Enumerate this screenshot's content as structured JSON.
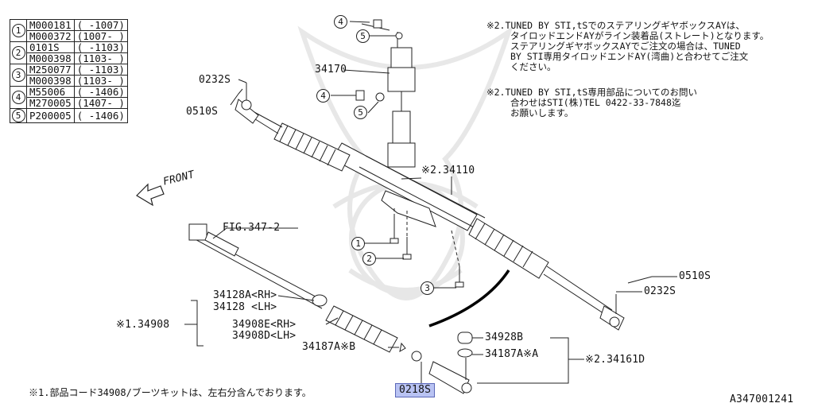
{
  "parts_table": [
    {
      "num": "1",
      "rows": [
        [
          "M000181",
          "( -1007)"
        ],
        [
          "M000372",
          "(1007- )"
        ]
      ]
    },
    {
      "num": "2",
      "rows": [
        [
          "0101S",
          "( -1103)"
        ],
        [
          "M000398",
          "(1103- )"
        ]
      ]
    },
    {
      "num": "3",
      "rows": [
        [
          "M250077",
          "( -1103)"
        ],
        [
          "M000398",
          "(1103- )"
        ]
      ]
    },
    {
      "num": "4",
      "rows": [
        [
          "M55006",
          "( -1406)"
        ],
        [
          "M270005",
          "(1407- )"
        ]
      ]
    },
    {
      "num": "5",
      "rows": [
        [
          "P200005",
          "( -1406)"
        ]
      ]
    }
  ],
  "notes": {
    "note1": [
      "※2.TUNED BY STI,tSでのステアリングギヤボックスAYは、",
      "タイロッドエンドAYがライン装着品(ストレート)となります。",
      "ステアリングギヤボックスAYでご注文の場合は、TUNED",
      "BY STI専用タイロッドエンドAY(湾曲)と合わせてご注文",
      "ください。"
    ],
    "note2": [
      "※2.TUNED BY STI,tS専用部品についてのお問い",
      "合わせはSTI(株)TEL 0422-33-7848迄",
      "お願いします。"
    ]
  },
  "labels": {
    "front": "FRONT",
    "p34170": "34170",
    "p0232s_top": "0232S",
    "p0510s_top": "0510S",
    "p34110": "※2.34110",
    "fig": "FIG.347-2",
    "p34128a": "34128A<RH>",
    "p34128": "34128 <LH>",
    "p34908": "※1.34908",
    "p34908e": "34908E<RH>",
    "p34908d": "34908D<LH>",
    "p34187ab": "34187A※B",
    "p34928b": "34928B",
    "p34187aa": "34187A※A",
    "p34161d": "※2.34161D",
    "p0510s_right": "0510S",
    "p0232s_right": "0232S",
    "p0218s": "0218S",
    "c1": "1",
    "c2": "2",
    "c3": "3",
    "c4a": "4",
    "c5a": "5",
    "c4b": "4",
    "c5b": "5"
  },
  "footer": {
    "note": "※1.部品コード34908/ブーツキットは、左右分含んでおります。",
    "code": "A347001241"
  },
  "colors": {
    "highlight": "#b9c3f3",
    "line": "#222222"
  }
}
